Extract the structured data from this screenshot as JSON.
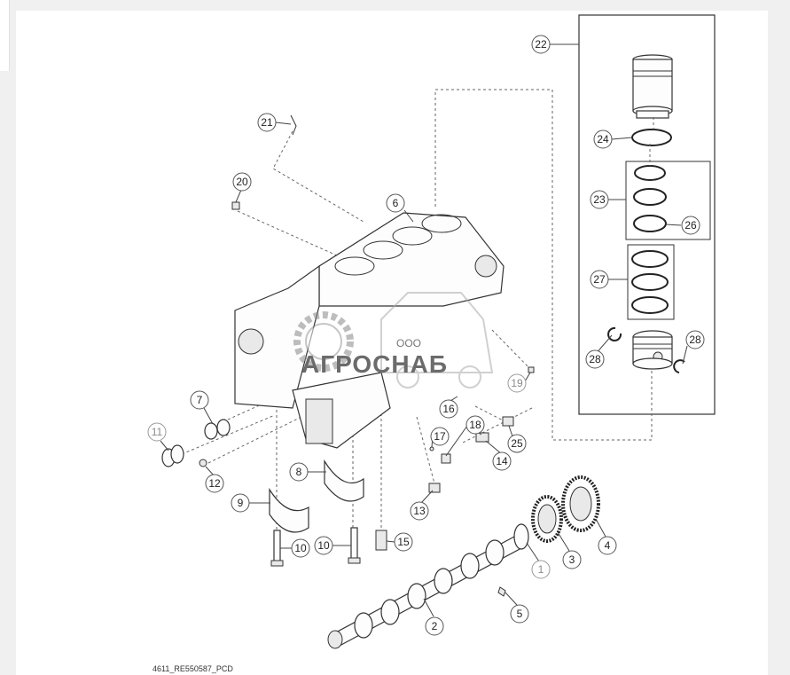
{
  "diagram": {
    "reference_code": "4611_RE550587_PCD",
    "watermark": {
      "prefix": "ООО",
      "brand": "АГРОСНАБ"
    },
    "callouts": [
      {
        "id": "c22",
        "label": "22"
      },
      {
        "id": "c24",
        "label": "24"
      },
      {
        "id": "c23",
        "label": "23"
      },
      {
        "id": "c26",
        "label": "26"
      },
      {
        "id": "c27",
        "label": "27"
      },
      {
        "id": "c28a",
        "label": "28"
      },
      {
        "id": "c28b",
        "label": "28"
      },
      {
        "id": "c21",
        "label": "21"
      },
      {
        "id": "c20",
        "label": "20"
      },
      {
        "id": "c6",
        "label": "6"
      },
      {
        "id": "c19",
        "label": "19"
      },
      {
        "id": "c16",
        "label": "16"
      },
      {
        "id": "c18",
        "label": "18"
      },
      {
        "id": "c17",
        "label": "17"
      },
      {
        "id": "c25",
        "label": "25"
      },
      {
        "id": "c14",
        "label": "14"
      },
      {
        "id": "c7",
        "label": "7"
      },
      {
        "id": "c11",
        "label": "11"
      },
      {
        "id": "c12",
        "label": "12"
      },
      {
        "id": "c8",
        "label": "8"
      },
      {
        "id": "c9",
        "label": "9"
      },
      {
        "id": "c13",
        "label": "13"
      },
      {
        "id": "c10a",
        "label": "10"
      },
      {
        "id": "c10b",
        "label": "10"
      },
      {
        "id": "c15",
        "label": "15"
      },
      {
        "id": "c1",
        "label": "1"
      },
      {
        "id": "c3",
        "label": "3"
      },
      {
        "id": "c4",
        "label": "4"
      },
      {
        "id": "c5",
        "label": "5"
      },
      {
        "id": "c2",
        "label": "2"
      }
    ]
  }
}
